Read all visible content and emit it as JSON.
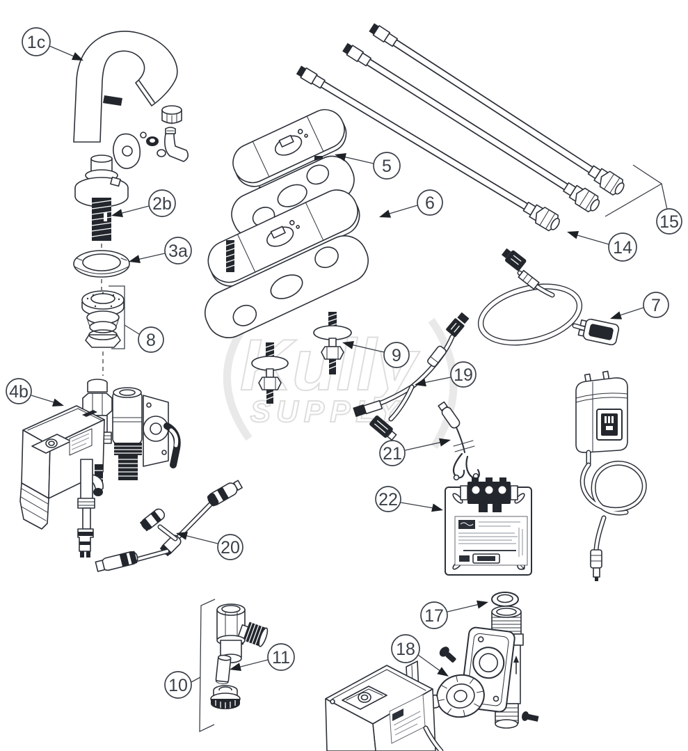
{
  "watermark": {
    "line1": "Kully",
    "line2": "SUPPLY"
  },
  "callouts": {
    "c1c": {
      "label": "1c"
    },
    "c2b": {
      "label": "2b"
    },
    "c3a": {
      "label": "3a"
    },
    "c4b": {
      "label": "4b"
    },
    "c5": {
      "label": "5"
    },
    "c6": {
      "label": "6"
    },
    "c7": {
      "label": "7"
    },
    "c8": {
      "label": "8"
    },
    "c9": {
      "label": "9"
    },
    "c10": {
      "label": "10"
    },
    "c11": {
      "label": "11"
    },
    "c14": {
      "label": "14"
    },
    "c15": {
      "label": "15"
    },
    "c17": {
      "label": "17"
    },
    "c18": {
      "label": "18"
    },
    "c19": {
      "label": "19"
    },
    "c20": {
      "label": "20"
    },
    "c21": {
      "label": "21"
    },
    "c22": {
      "label": "22"
    }
  },
  "colors": {
    "line": "#2b3038",
    "dark_fill": "#23272d",
    "callout": "#3a4048",
    "watermark": "#dedede"
  }
}
